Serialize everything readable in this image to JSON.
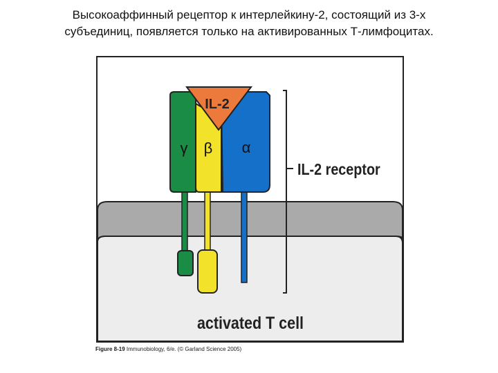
{
  "title": {
    "line1": "Высокоаффинный рецептор к интерлейкину-2, состоящий из 3-х",
    "line2": "субъединиц, появляется только на активированных Т-лимфоцитах."
  },
  "diagram": {
    "ligand_label": "IL-2",
    "subunits": [
      {
        "symbol": "γ",
        "color": "#1a8c46"
      },
      {
        "symbol": "β",
        "color": "#f2e32a"
      },
      {
        "symbol": "α",
        "color": "#1470c8"
      }
    ],
    "ligand_color": "#ec7a3c",
    "receptor_label": "IL-2 receptor",
    "cell_label": "activated T cell",
    "membrane_color": "#aaaaaa",
    "cytoplasm_color": "#ededed"
  },
  "caption": {
    "figure_ref": "Figure 8-19",
    "text": "Immunobiology, 6/e. (© Garland Science 2005)"
  }
}
